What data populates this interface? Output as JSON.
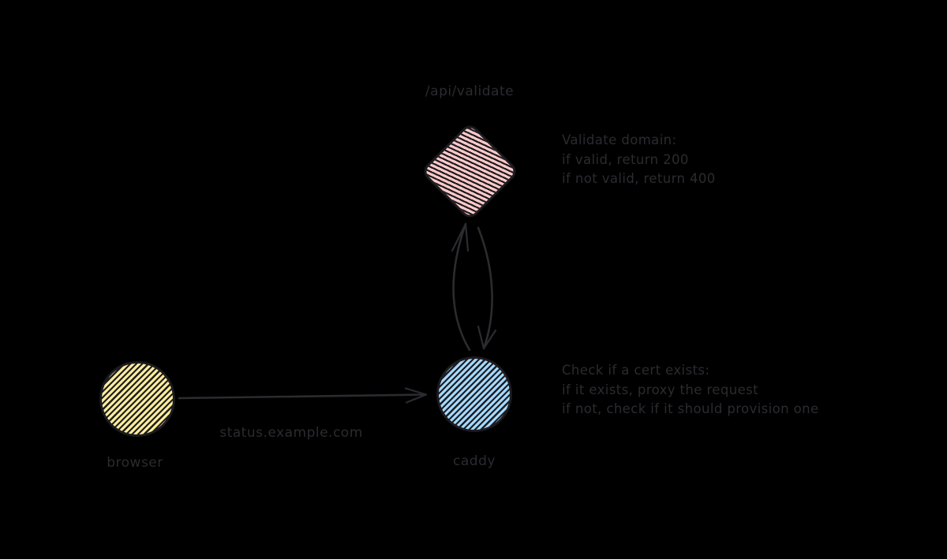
{
  "colors": {
    "background": "#000000",
    "ink": "#2b2b30",
    "hatch": "#1d1d21",
    "outline": "#1b1b1f",
    "validate_fill": "#ffc9c9",
    "browser_fill": "#ffec99",
    "caddy_fill": "#a5d8ff"
  },
  "nodes": {
    "validate": {
      "shape": "diamond",
      "label": "/api/validate",
      "fill": "#ffc9c9"
    },
    "browser": {
      "shape": "circle",
      "label": "browser",
      "fill": "#ffec99"
    },
    "caddy": {
      "shape": "circle",
      "label": "caddy",
      "fill": "#a5d8ff"
    }
  },
  "edges": {
    "browser_to_caddy": {
      "label": "status.example.com",
      "direction": "right"
    },
    "caddy_to_validate": {
      "label": "",
      "direction": "up"
    },
    "validate_to_caddy": {
      "label": "",
      "direction": "down"
    }
  },
  "annotations": {
    "validate_note": {
      "lines": [
        "Validate domain:",
        "if valid, return 200",
        "if not valid, return 400"
      ]
    },
    "caddy_note": {
      "lines": [
        "Check if a cert exists:",
        "if it exists, proxy the request",
        "if not, check if it should provision one"
      ]
    }
  }
}
